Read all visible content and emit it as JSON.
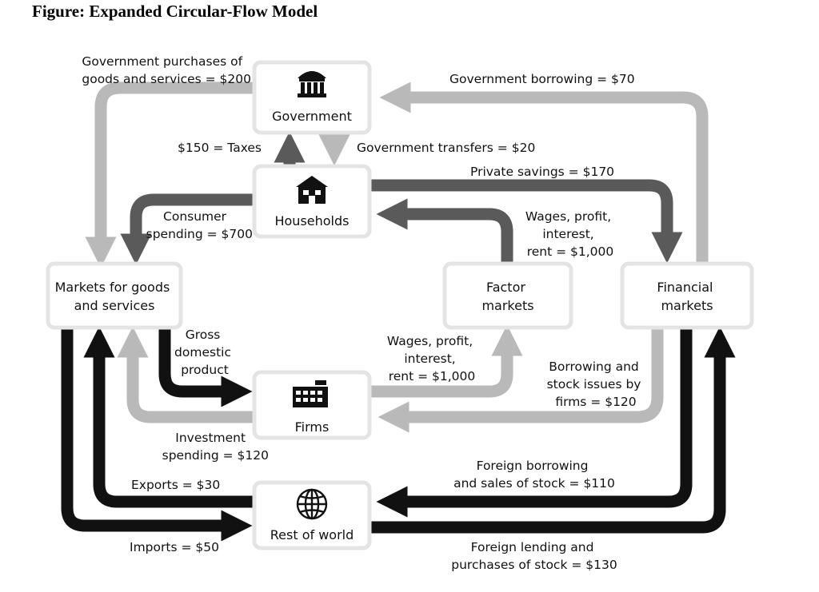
{
  "title": "Figure: Expanded Circular-Flow Model",
  "nodes": {
    "government": "Government",
    "households": "Households",
    "markets_goods": [
      "Markets for goods",
      "and services"
    ],
    "factor_markets": [
      "Factor",
      "markets"
    ],
    "financial_markets": [
      "Financial",
      "markets"
    ],
    "firms": "Firms",
    "rest_of_world": "Rest of world"
  },
  "icons": {
    "government": "government-building-icon",
    "households": "house-icon",
    "firms": "factory-icon",
    "rest_of_world": "globe-icon"
  },
  "flows": {
    "gov_purchases": [
      "Government purchases of",
      "goods and services = $200"
    ],
    "gov_borrowing": "Government borrowing = $70",
    "taxes": "$150 = Taxes",
    "gov_transfers": "Government transfers = $20",
    "private_savings": "Private savings = $170",
    "consumer_spending": [
      "Consumer",
      "spending = $700"
    ],
    "wages_households": [
      "Wages, profit,",
      "interest,",
      "rent = $1,000"
    ],
    "gdp": [
      "Gross",
      "domestic",
      "product"
    ],
    "wages_firms": [
      "Wages, profit,",
      "interest,",
      "rent = $1,000"
    ],
    "borrowing_firms": [
      "Borrowing and",
      "stock issues by",
      "firms = $120"
    ],
    "investment_spending": [
      "Investment",
      "spending = $120"
    ],
    "exports": "Exports = $30",
    "foreign_borrowing": [
      "Foreign borrowing",
      "and sales of stock = $110"
    ],
    "imports": "Imports = $50",
    "foreign_lending": [
      "Foreign lending and",
      "purchases of stock = $130"
    ]
  },
  "colors": {
    "light_flow": "#b9b9b9",
    "medium_flow": "#5a5a5a",
    "dark_flow": "#111111",
    "box_border": "#e4e4e4"
  }
}
